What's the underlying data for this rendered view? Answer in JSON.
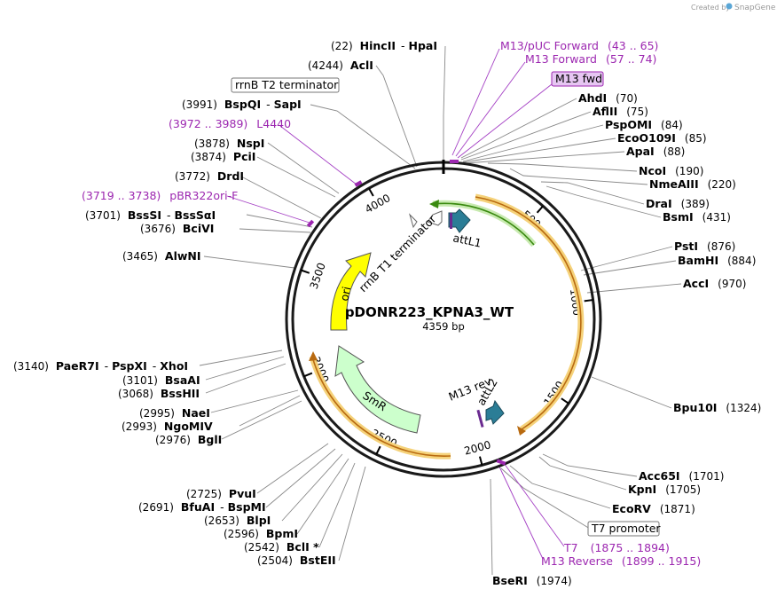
{
  "watermark": {
    "created_by": "Created by",
    "brand": "SnapGene"
  },
  "plasmid": {
    "name": "pDONR223_KPNA3_WT",
    "size": "4359 bp"
  },
  "ticks": [
    "500",
    "1000",
    "1500",
    "2000",
    "2500",
    "3000",
    "3500",
    "4000"
  ],
  "features": {
    "rrnb_t1": "rrnB T1 terminator",
    "ori": "ori",
    "smr": "SmR",
    "attl1": "attL1",
    "attl2": "attL2",
    "m13rev": "M13 rev"
  },
  "boxed": {
    "rrnb_t2": "rrnB T2 terminator",
    "m13fwd": "M13 fwd",
    "t7promoter": "T7 promoter"
  },
  "left_labels": [
    {
      "pos": "(22)",
      "name": "HincII",
      "sep": "-",
      "name2": "HpaI"
    },
    {
      "pos": "(4244)",
      "name": "AclI"
    },
    {
      "pos": "(3991)",
      "name": "BspQI",
      "sep": "-",
      "name2": "SapI"
    },
    {
      "pos": "(3878)",
      "name": "NspI"
    },
    {
      "pos": "(3874)",
      "name": "PciI"
    },
    {
      "pos": "(3772)",
      "name": "DrdI"
    },
    {
      "pos": "(3701)",
      "name": "BssSI",
      "sep": "-",
      "name2": "BssSαI"
    },
    {
      "pos": "(3676)",
      "name": "BciVI"
    },
    {
      "pos": "(3465)",
      "name": "AlwNI"
    },
    {
      "pos": "(3140)",
      "name": "PaeR7I",
      "sep": "-",
      "name2": "PspXI",
      "sep2": "-",
      "name3": "XhoI"
    },
    {
      "pos": "(3101)",
      "name": "BsaAI"
    },
    {
      "pos": "(3068)",
      "name": "BssHII"
    },
    {
      "pos": "(2995)",
      "name": "NaeI"
    },
    {
      "pos": "(2993)",
      "name": "NgoMIV"
    },
    {
      "pos": "(2976)",
      "name": "BglI"
    },
    {
      "pos": "(2725)",
      "name": "PvuI"
    },
    {
      "pos": "(2691)",
      "name": "BfuAI",
      "sep": "-",
      "name2": "BspMI"
    },
    {
      "pos": "(2653)",
      "name": "BlpI"
    },
    {
      "pos": "(2596)",
      "name": "BpmI"
    },
    {
      "pos": "(2542)",
      "name": "BclI *"
    },
    {
      "pos": "(2504)",
      "name": "BstEII"
    }
  ],
  "right_labels": [
    {
      "name": "AhdI",
      "pos": "(70)"
    },
    {
      "name": "AflII",
      "pos": "(75)"
    },
    {
      "name": "PspOMI",
      "pos": "(84)"
    },
    {
      "name": "EcoO109I",
      "pos": "(85)"
    },
    {
      "name": "ApaI",
      "pos": "(88)"
    },
    {
      "name": "NcoI",
      "pos": "(190)"
    },
    {
      "name": "NmeAIII",
      "pos": "(220)"
    },
    {
      "name": "DraI",
      "pos": "(389)"
    },
    {
      "name": "BsmI",
      "pos": "(431)"
    },
    {
      "name": "PstI",
      "pos": "(876)"
    },
    {
      "name": "BamHI",
      "pos": "(884)"
    },
    {
      "name": "AccI",
      "pos": "(970)"
    },
    {
      "name": "Bpu10I",
      "pos": "(1324)"
    },
    {
      "name": "Acc65I",
      "pos": "(1701)"
    },
    {
      "name": "KpnI",
      "pos": "(1705)"
    },
    {
      "name": "EcoRV",
      "pos": "(1871)"
    },
    {
      "name": "BseRI",
      "pos": "(1974)"
    }
  ],
  "primers": {
    "m13puc_forward": {
      "name": "M13/pUC Forward",
      "range": "(43 .. 65)"
    },
    "m13_forward": {
      "name": "M13 Forward",
      "range": "(57 .. 74)"
    },
    "l4440": {
      "range": "(3972 .. 3989)",
      "name": "L4440"
    },
    "pbr322ori": {
      "range": "(3719 .. 3738)",
      "name": "pBR322ori-F"
    },
    "t7": {
      "name": "T7",
      "range": "(1875 .. 1894)"
    },
    "m13_reverse": {
      "name": "M13 Reverse",
      "range": "(1899 .. 1915)"
    }
  },
  "colors": {
    "ori": "#ffff00",
    "smr": "#ccffcc",
    "att": "#2b7d96",
    "primer": "#9c27b0",
    "orange_arc": "#f0b040",
    "green_arc": "#55a020"
  }
}
